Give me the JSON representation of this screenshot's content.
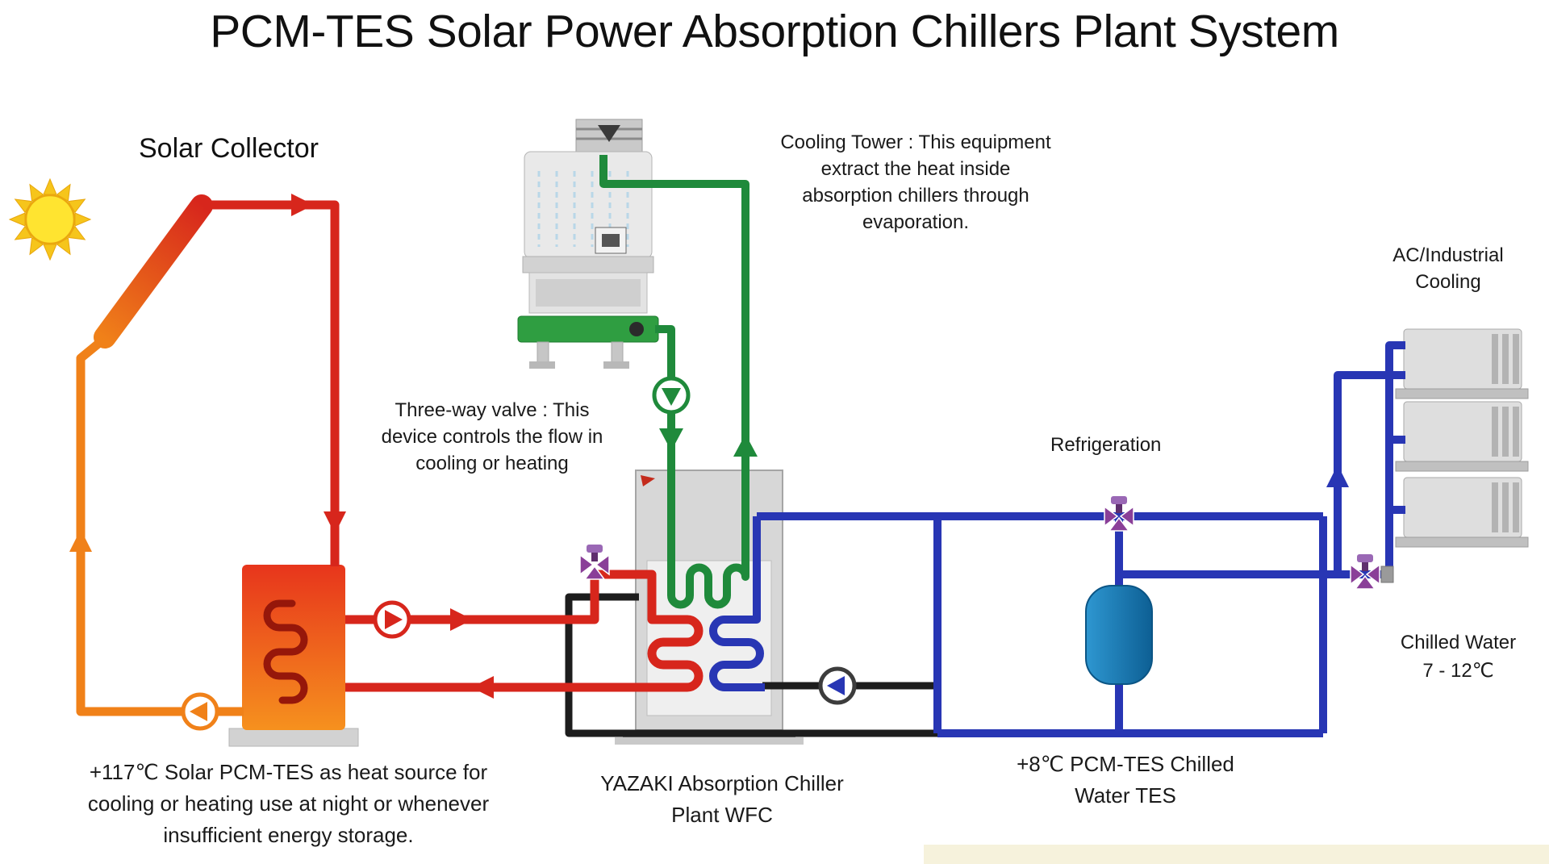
{
  "title": "PCM-TES Solar Power Absorption Chillers Plant System",
  "labels": {
    "solar_collector": "Solar Collector",
    "cooling_tower_note": "Cooling Tower : This equipment extract the heat inside absorption chillers through evaporation.",
    "three_way_valve_note": "Three-way valve : This device controls the flow in cooling or heating",
    "refrigeration": "Refrigeration",
    "ac_cooling": "AC/Industrial Cooling",
    "chilled_water_title": "Chilled Water",
    "chilled_water_range": "7 - 12℃",
    "chilled_tes_caption": "+8℃ PCM-TES Chilled Water TES",
    "chiller_caption": "YAZAKI Absorption Chiller Plant WFC",
    "solar_tes_caption": "+117℃ Solar PCM-TES as heat source for cooling or heating use at night or whenever insufficient energy storage."
  },
  "colors": {
    "hot_pipe": "#d7261c",
    "hot_coil": "#96170a",
    "warm_pipe": "#f08119",
    "cooling_pipe": "#1f8a3b",
    "tower_base": "#2f9e41",
    "chilled_pipe": "#2836b4",
    "condenser_pipe": "#1d1d1d",
    "hot_tank_top": "#e7351c",
    "hot_tank_bottom": "#f6911e",
    "chilled_tank_light": "#2e97d1",
    "chilled_tank_dark": "#0d5f94",
    "valve_body": "#8a3f98",
    "pump_ring_neutral": "#3c3c3c",
    "sun_core": "#ffe430",
    "sun_ray": "#f6c51b"
  }
}
